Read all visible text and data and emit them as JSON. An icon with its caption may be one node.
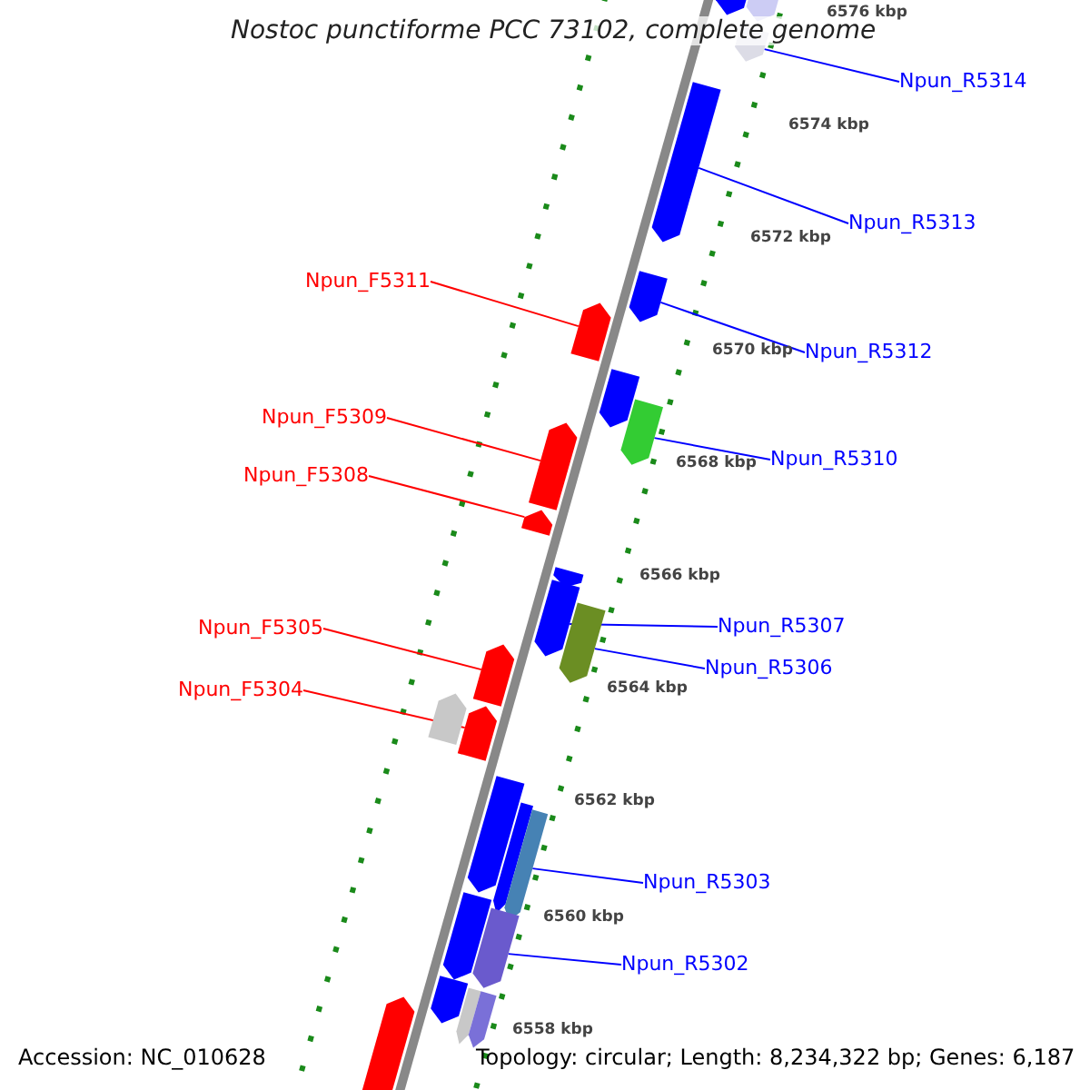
{
  "diagram": {
    "title": "Nostoc punctiforme PCC 73102, complete genome",
    "nodes": [
      {
        "text": [
          "Npun_R5314"
        ]
      },
      {
        "text": [
          "Npun_R5313"
        ]
      },
      {
        "text": [
          "Npun_F5311"
        ]
      },
      {
        "text": [
          "Npun_R5312"
        ]
      },
      {
        "text": [
          "Npun_F5309"
        ]
      },
      {
        "text": [
          "Npun_R5310"
        ]
      },
      {
        "text": [
          "Npun_F5308"
        ]
      },
      {
        "text": [
          "Npun_R5307"
        ]
      },
      {
        "text": [
          "Npun_F5305"
        ]
      },
      {
        "text": [
          "Npun_R5306"
        ]
      },
      {
        "text": [
          "Npun_F5304"
        ]
      },
      {
        "text": [
          "Npun_R5303"
        ]
      },
      {
        "text": [
          "Npun_R5302"
        ]
      },
      {
        "text": [],
        "shape": "bar"
      },
      {
        "text": [],
        "shape": "bar"
      },
      {
        "text": [],
        "shape": "bar"
      },
      {
        "text": [],
        "shape": "bar"
      },
      {
        "text": [],
        "shape": "bar"
      },
      {
        "text": [],
        "shape": "bar"
      },
      {
        "text": [],
        "shape": "bar"
      },
      {
        "text": [],
        "shape": "bar"
      },
      {
        "text": [],
        "shape": "bar"
      },
      {
        "text": [],
        "shape": "bar"
      },
      {
        "text": [],
        "shape": "bar"
      },
      {
        "text": [],
        "shape": "bar"
      },
      {
        "text": [],
        "shape": "bar"
      },
      {
        "text": [],
        "shape": "bar"
      },
      {
        "text": [],
        "shape": "bar"
      },
      {
        "text": [],
        "shape": "bar"
      },
      {
        "text": [],
        "shape": "bar"
      },
      {
        "text": [],
        "shape": "bar"
      },
      {
        "text": [],
        "shape": "bar"
      },
      {
        "text": [],
        "shape": "bar"
      },
      {
        "text": [],
        "shape": "bar"
      },
      {
        "text": [],
        "shape": "bar"
      },
      {
        "text": [],
        "shape": "bar"
      },
      {
        "text": [],
        "shape": "bar"
      },
      {
        "text": [],
        "shape": "bar"
      }
    ],
    "edges": [
      {
        "from": 0,
        "to": 15,
        "arrow": "none"
      },
      {
        "from": 1,
        "to": 16,
        "arrow": "none"
      },
      {
        "from": 2,
        "to": 18,
        "arrow": "none",
        "color": "#ff0000"
      },
      {
        "from": 3,
        "to": 17,
        "arrow": "none"
      },
      {
        "from": 4,
        "to": 21,
        "arrow": "none",
        "color": "#ff0000"
      },
      {
        "from": 5,
        "to": 20,
        "arrow": "none"
      },
      {
        "from": 6,
        "to": 22,
        "arrow": "none",
        "color": "#ff0000"
      },
      {
        "from": 7,
        "to": 24,
        "arrow": "none"
      },
      {
        "from": 8,
        "to": 26,
        "arrow": "none",
        "color": "#ff0000"
      },
      {
        "from": 9,
        "to": 25,
        "arrow": "none"
      },
      {
        "from": 10,
        "to": 28,
        "arrow": "none",
        "color": "#ff0000"
      },
      {
        "from": 11,
        "to": 31,
        "arrow": "none"
      },
      {
        "from": 12,
        "to": 33,
        "arrow": "none"
      }
    ],
    "labels": [
      "6576 kbp",
      "6574 kbp",
      "6572 kbp",
      "6570 kbp",
      "6568 kbp",
      "6566 kbp",
      "6564 kbp",
      "6562 kbp",
      "6560 kbp",
      "6558 kbp",
      "Accession: NC_010628",
      "Topology: circular; Length: 8,234,322 bp; Genes: 6,187"
    ]
  }
}
